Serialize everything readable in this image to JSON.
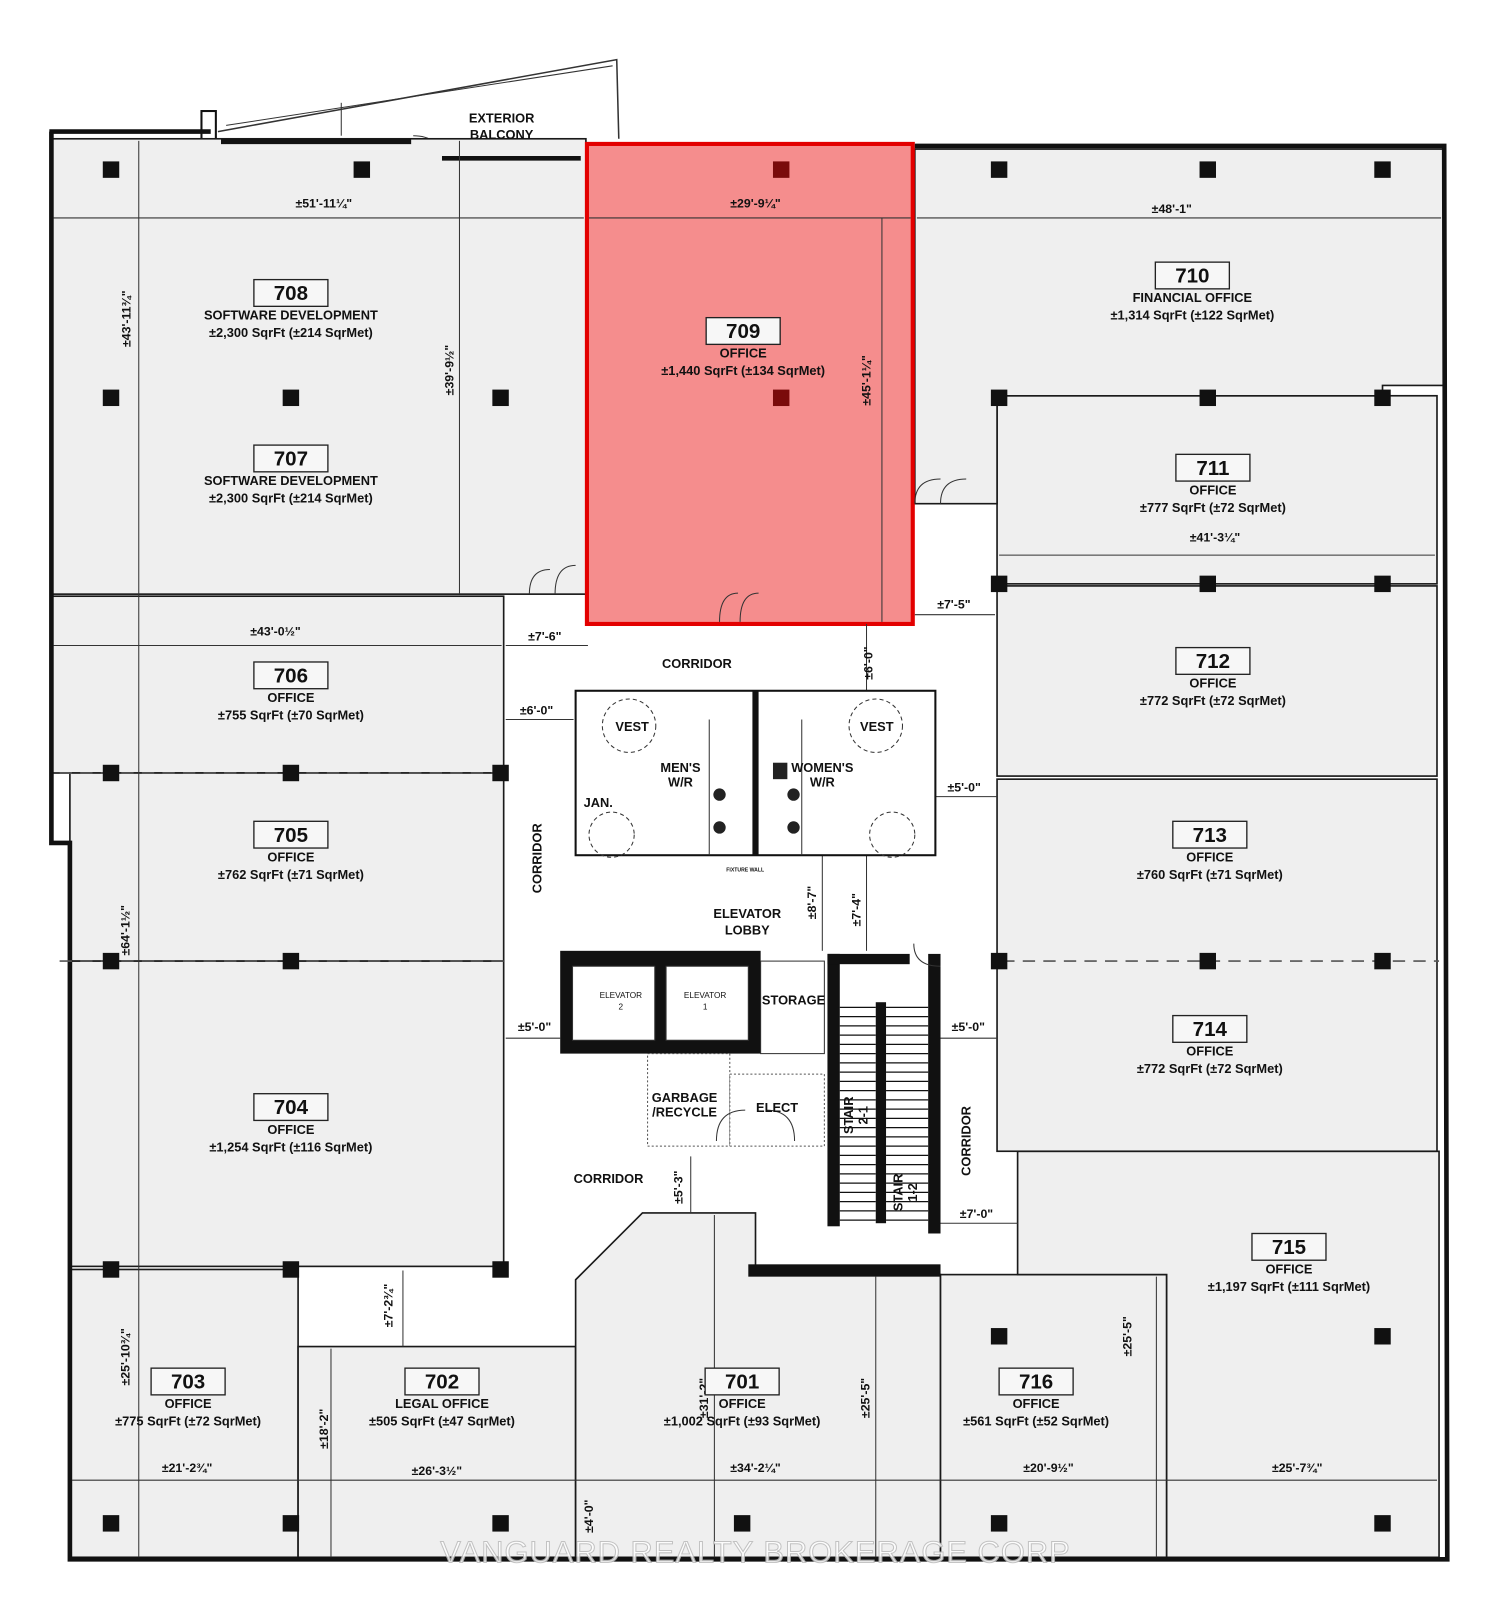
{
  "plan": {
    "highlighted_room": "709",
    "colors": {
      "highlight_fill": "#f58d8d",
      "highlight_stroke": "#e30000",
      "room_fill": "#efefef"
    }
  },
  "rooms": [
    {
      "number": "708",
      "use": "SOFTWARE DEVELOPMENT",
      "area": "±2,300 SqrFt (±214 SqrMet)"
    },
    {
      "number": "707",
      "use": "SOFTWARE DEVELOPMENT",
      "area": "±2,300 SqrFt (±214 SqrMet)"
    },
    {
      "number": "709",
      "use": "OFFICE",
      "area": "±1,440 SqrFt (±134 SqrMet)"
    },
    {
      "number": "710",
      "use": "FINANCIAL OFFICE",
      "area": "±1,314 SqrFt (±122 SqrMet)"
    },
    {
      "number": "711",
      "use": "OFFICE",
      "area": "±777 SqrFt (±72 SqrMet)"
    },
    {
      "number": "712",
      "use": "OFFICE",
      "area": "±772 SqrFt (±72 SqrMet)"
    },
    {
      "number": "713",
      "use": "OFFICE",
      "area": "±760 SqrFt (±71 SqrMet)"
    },
    {
      "number": "714",
      "use": "OFFICE",
      "area": "±772 SqrFt (±72 SqrMet)"
    },
    {
      "number": "706",
      "use": "OFFICE",
      "area": "±755 SqrFt (±70 SqrMet)"
    },
    {
      "number": "705",
      "use": "OFFICE",
      "area": "±762 SqrFt (±71 SqrMet)"
    },
    {
      "number": "704",
      "use": "OFFICE",
      "area": "±1,254 SqrFt (±116 SqrMet)"
    },
    {
      "number": "703",
      "use": "OFFICE",
      "area": "±775 SqrFt (±72 SqrMet)"
    },
    {
      "number": "702",
      "use": "LEGAL OFFICE",
      "area": "±505 SqrFt (±47 SqrMet)"
    },
    {
      "number": "701",
      "use": "OFFICE",
      "area": "±1,002 SqrFt (±93 SqrMet)"
    },
    {
      "number": "716",
      "use": "OFFICE",
      "area": "±561 SqrFt (±52 SqrMet)"
    },
    {
      "number": "715",
      "use": "OFFICE",
      "area": "±1,197 SqrFt (±111 SqrMet)"
    }
  ],
  "dimensions": [
    "±51'-11¼\"",
    "±43'-11¾\"",
    "±39'-9½\"",
    "±29'-9¼\"",
    "±45'-1¼\"",
    "±48'-1\"",
    "±41'-3¼\"",
    "±7'-5\"",
    "±43'-0½\"",
    "±7'-6\"",
    "±6'-0\"",
    "±6'-0\"",
    "±5'-0\"",
    "±8'-7\"",
    "±7'-4\"",
    "±64'-1½\"",
    "±5'-0\"",
    "±5'-0\"",
    "±7'-0\"",
    "±5'-3\"",
    "±7'-2¾\"",
    "±25'-10¾\"",
    "±18'-2\"",
    "±31'-2\"",
    "±25'-5\"",
    "±25'-5\"",
    "±21'-2¾\"",
    "±26'-3½\"",
    "±34'-2¼\"",
    "±20'-9½\"",
    "±25'-7¾\"",
    "±4'-0\""
  ],
  "labels": [
    "EXTERIOR",
    "BALCONY",
    "CORRIDOR",
    "VEST",
    "VEST",
    "MEN'S",
    "W/R",
    "WOMEN'S",
    "W/R",
    "JAN.",
    "FIXTURE WALL",
    "CORRIDOR",
    "ELEVATOR",
    "LOBBY",
    "ELEVATOR",
    "2",
    "ELEVATOR",
    "1",
    "STORAGE",
    "GARBAGE",
    "/RECYCLE",
    "ELECT",
    "STAIR",
    "2-1",
    "STAIR",
    "1-2",
    "CORRIDOR",
    "CORRIDOR"
  ],
  "watermark": "VANGUARD REALTY BROKERAGE CORP"
}
